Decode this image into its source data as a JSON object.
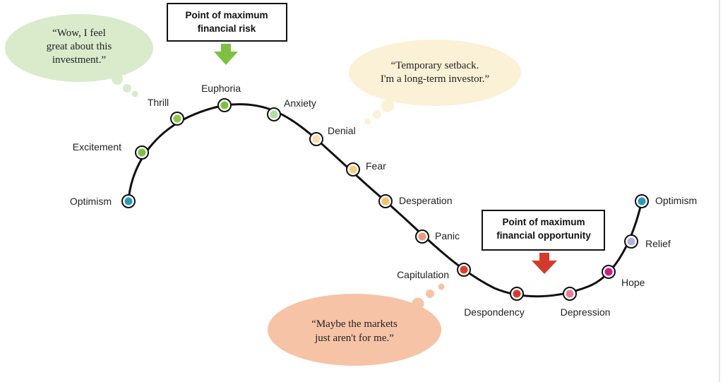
{
  "colors": {
    "curve": "#111111",
    "arrow_risk": "#7cc142",
    "arrow_opportunity": "#d43a2b",
    "bubble_green": "#d9ebcb",
    "bubble_yellow": "#fbf1d6",
    "bubble_salmon": "#f7c3a6"
  },
  "boxes": {
    "risk": {
      "line1": "Point of maximum",
      "line2": "financial risk"
    },
    "opportunity": {
      "line1": "Point of maximum",
      "line2": "financial opportunity"
    }
  },
  "bubbles": {
    "green": {
      "line1": "“Wow, I feel",
      "line2": "great about this",
      "line3": "investment.”"
    },
    "yellow": {
      "line1": "“Temporary setback.",
      "line2": "I'm a long-term investor.”"
    },
    "salmon": {
      "line1": "“Maybe the markets",
      "line2": "just aren't for me.”"
    }
  },
  "stages": [
    {
      "label": "Optimism",
      "color": "#2b9ab8"
    },
    {
      "label": "Excitement",
      "color": "#7cc142"
    },
    {
      "label": "Thrill",
      "color": "#8cc84b"
    },
    {
      "label": "Euphoria",
      "color": "#7cc142"
    },
    {
      "label": "Anxiety",
      "color": "#b7dba0"
    },
    {
      "label": "Denial",
      "color": "#f8dfa8"
    },
    {
      "label": "Fear",
      "color": "#f6cf7f"
    },
    {
      "label": "Desperation",
      "color": "#f5c26e"
    },
    {
      "label": "Panic",
      "color": "#f0987a"
    },
    {
      "label": "Capitulation",
      "color": "#e03c2e"
    },
    {
      "label": "Despondency",
      "color": "#d93a2f"
    },
    {
      "label": "Depression",
      "color": "#e47f9a"
    },
    {
      "label": "Hope",
      "color": "#cc1f86"
    },
    {
      "label": "Relief",
      "color": "#b0b2dc"
    },
    {
      "label": "Optimism",
      "color": "#2b9ab8"
    }
  ]
}
